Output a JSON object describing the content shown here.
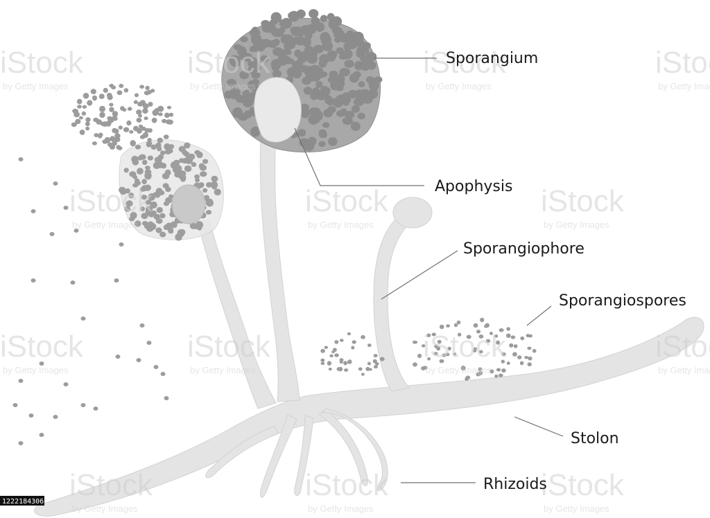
{
  "diagram": {
    "labels": {
      "sporangium": "Sporangium",
      "apophysis": "Apophysis",
      "sporangiophore": "Sporangiophore",
      "sporangiospores": "Sporangiospores",
      "stolon": "Stolon",
      "rhizoids": "Rhizoids"
    }
  },
  "watermark": {
    "brand": "iStock",
    "byline": "by Getty Images",
    "stock_id": "1222184306"
  },
  "colors": {
    "hyphae": "#e4e4e4",
    "spore": "#9c9c9c",
    "apophysis": "#e9e9e9",
    "background": "#ffffff"
  }
}
